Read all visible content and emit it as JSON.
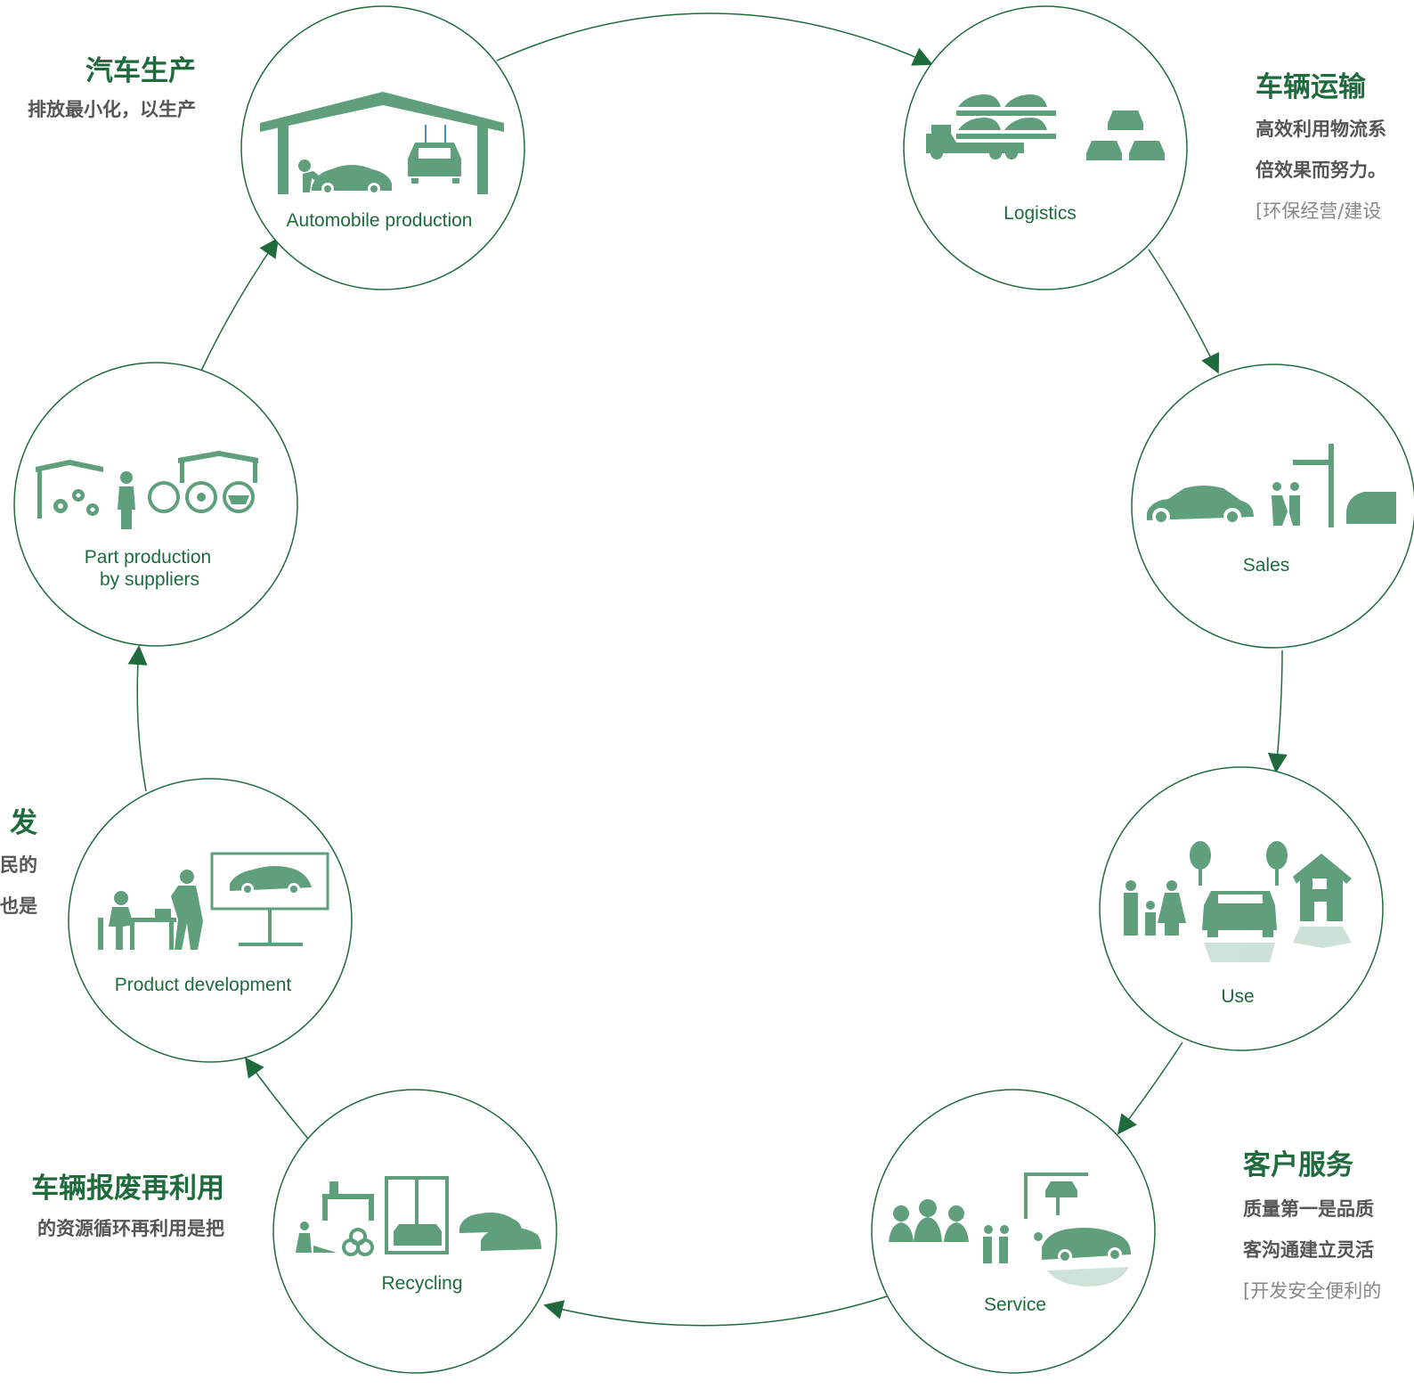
{
  "colors": {
    "stroke": "#1f6b3e",
    "icon": "#5f9f7c",
    "title": "#1f6b3e",
    "body": "#555555",
    "note": "#888888"
  },
  "nodes": [
    {
      "id": "automobile-production",
      "label": "Automobile production",
      "icon": "factory-car-icon"
    },
    {
      "id": "logistics",
      "label": "Logistics",
      "icon": "car-carrier-truck-icon"
    },
    {
      "id": "sales",
      "label": "Sales",
      "icon": "car-dealer-handshake-icon"
    },
    {
      "id": "use",
      "label": "Use",
      "icon": "family-car-house-icon"
    },
    {
      "id": "service",
      "label": "Service",
      "icon": "mechanic-service-icon"
    },
    {
      "id": "recycling",
      "label": "Recycling",
      "icon": "recycling-plant-icon"
    },
    {
      "id": "product-development",
      "label": "Product development",
      "icon": "designer-desk-icon"
    },
    {
      "id": "part-production",
      "label_line1": "Part production",
      "label_line2": "by suppliers",
      "icon": "gears-parts-icon"
    }
  ],
  "text_blocks": {
    "auto_production": {
      "title": "汽车生产",
      "lines": [
        "排放最小化，以生产"
      ]
    },
    "vehicle_transport": {
      "title": "车辆运输",
      "lines": [
        "高效利用物流系",
        "倍效果而努力。"
      ],
      "note": "[环保经营/建设"
    },
    "customer_service": {
      "title": "客户服务",
      "lines": [
        "质量第一是品质",
        "客沟通建立灵活"
      ],
      "note": "[开发安全便利的"
    },
    "scrap_reuse": {
      "title": "车辆报废再利用",
      "lines": [
        "的资源循环再利用是把"
      ]
    },
    "development": {
      "title": "发",
      "lines": [
        "民的",
        "也是"
      ]
    }
  }
}
